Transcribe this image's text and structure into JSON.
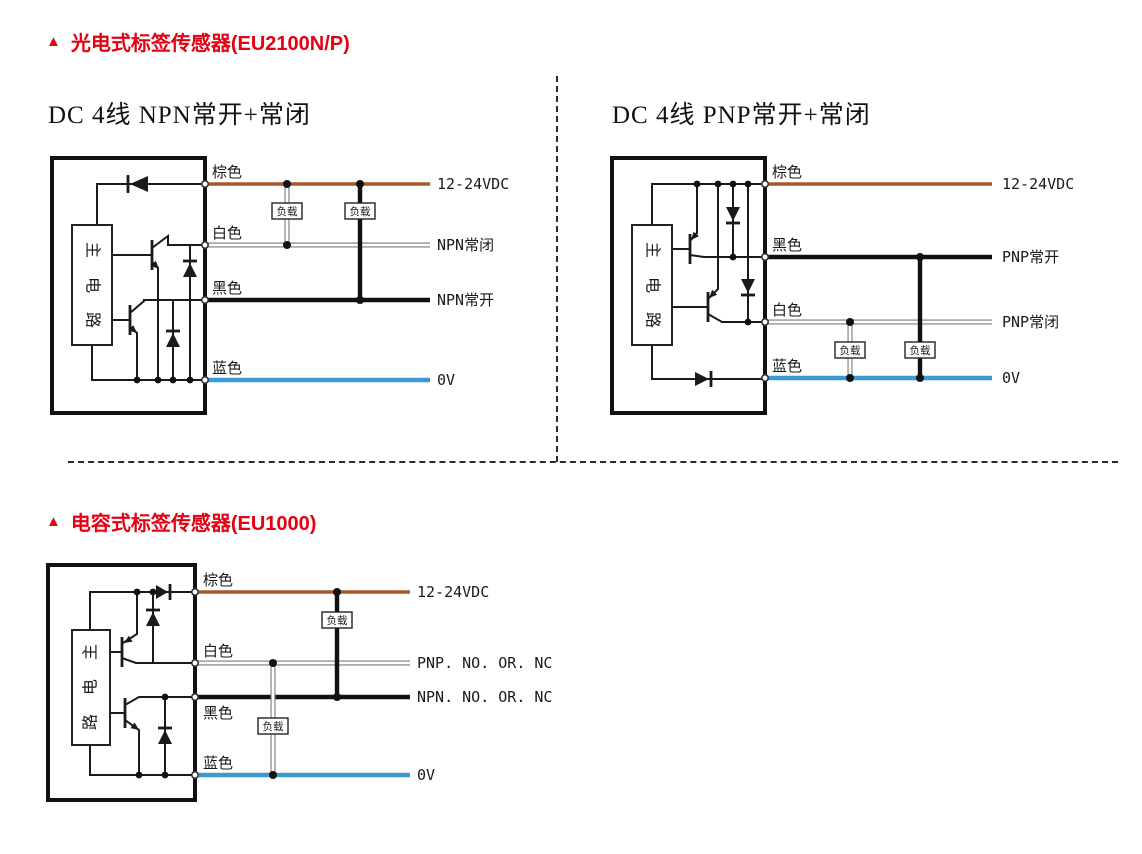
{
  "colors": {
    "header_red": "#e60012",
    "wire_brown": "#a5582b",
    "wire_blue": "#3a9ad2",
    "wire_black": "#111111",
    "wire_white_outline": "#7a7a7a",
    "line_black": "#1a1a1a"
  },
  "section_photoelectric": {
    "marker": "▲",
    "title": "光电式标签传感器(EU2100N/P)",
    "npn": {
      "title": "DC 4线 NPN常开+常闭",
      "circuit_chars": [
        "主",
        "电",
        "路"
      ],
      "loads": [
        "负载",
        "负载"
      ],
      "wires": [
        {
          "label": "棕色",
          "terminal": "12-24VDC"
        },
        {
          "label": "白色",
          "terminal": "NPN常闭"
        },
        {
          "label": "黑色",
          "terminal": "NPN常开"
        },
        {
          "label": "蓝色",
          "terminal": "0V"
        }
      ]
    },
    "pnp": {
      "title": "DC 4线 PNP常开+常闭",
      "circuit_chars": [
        "主",
        "电",
        "路"
      ],
      "loads": [
        "负载",
        "负载"
      ],
      "wires": [
        {
          "label": "棕色",
          "terminal": "12-24VDC"
        },
        {
          "label": "黑色",
          "terminal": "PNP常开"
        },
        {
          "label": "白色",
          "terminal": "PNP常闭"
        },
        {
          "label": "蓝色",
          "terminal": "0V"
        }
      ]
    }
  },
  "section_capacitive": {
    "marker": "▲",
    "title": "电容式标签传感器(EU1000)",
    "diagram": {
      "circuit_chars": [
        "主",
        "电",
        "路"
      ],
      "loads": [
        "负载",
        "负载"
      ],
      "wires": [
        {
          "label": "棕色",
          "terminal": "12-24VDC"
        },
        {
          "label": "白色",
          "terminal": "PNP. NO. OR. NC"
        },
        {
          "label": "黑色",
          "terminal": "NPN. NO. OR. NC"
        },
        {
          "label": "蓝色",
          "terminal": "0V"
        }
      ]
    }
  }
}
